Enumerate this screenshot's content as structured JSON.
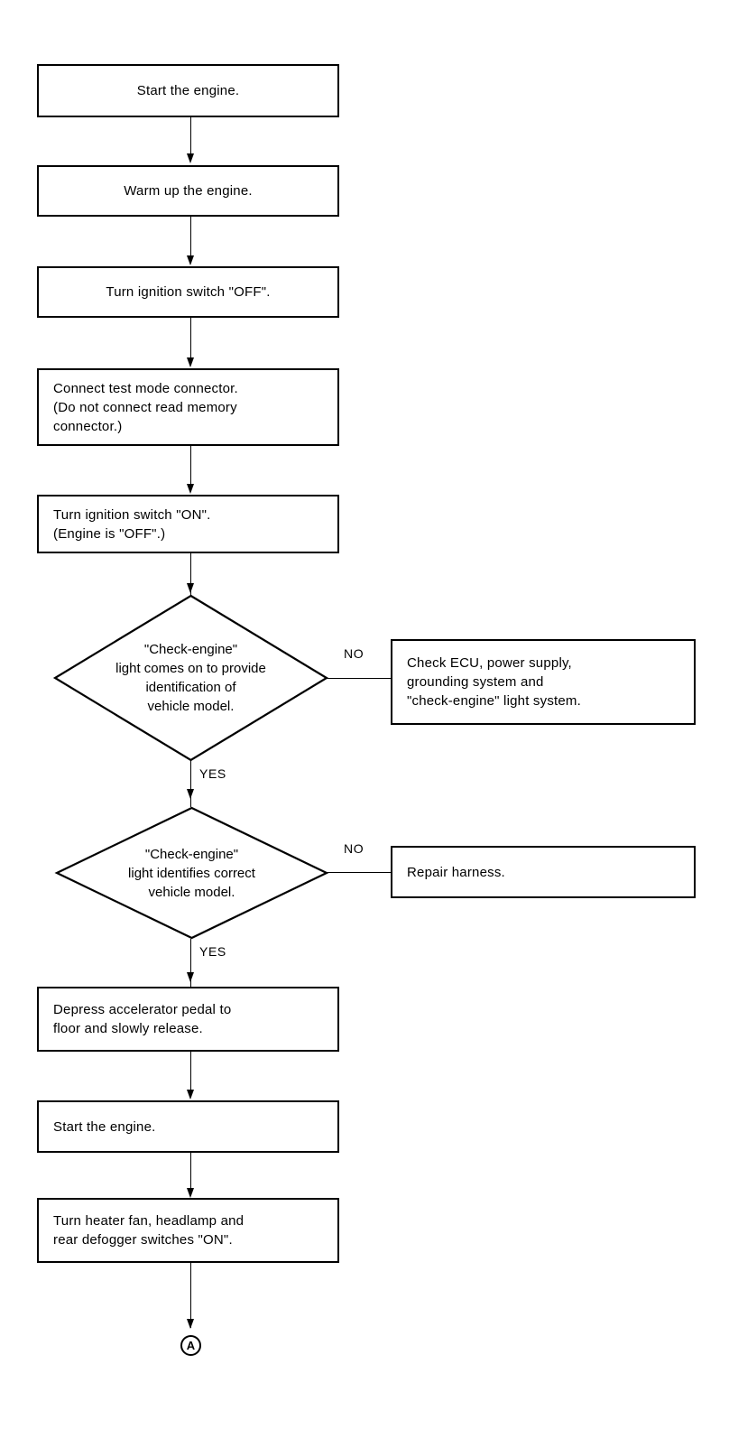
{
  "diagram": {
    "title": "Engine diagnostic test mode flowchart",
    "line_color": "#000000",
    "background_color": "#ffffff",
    "nodes": [
      {
        "id": "n1",
        "type": "process",
        "text": "Start the engine.",
        "align": "center"
      },
      {
        "id": "n2",
        "type": "process",
        "text": "Warm up the engine.",
        "align": "center"
      },
      {
        "id": "n3",
        "type": "process",
        "text": "Turn ignition switch \"OFF\".",
        "align": "center"
      },
      {
        "id": "n4",
        "type": "process",
        "text": "Connect test mode connector.\n(Do not connect read memory\nconnector.)",
        "align": "left"
      },
      {
        "id": "n5",
        "type": "process",
        "text": "Turn ignition switch \"ON\".\n(Engine is \"OFF\".)",
        "align": "left"
      },
      {
        "id": "d1",
        "type": "decision",
        "text": "\"Check-engine\"\nlight comes on to provide\nidentification of\nvehicle model."
      },
      {
        "id": "b1",
        "type": "process",
        "text": "Check ECU, power supply,\ngrounding system and\n\"check-engine\" light system.",
        "align": "left"
      },
      {
        "id": "d2",
        "type": "decision",
        "text": "\"Check-engine\"\nlight identifies  correct\nvehicle model."
      },
      {
        "id": "b2",
        "type": "process",
        "text": "Repair harness.",
        "align": "left"
      },
      {
        "id": "n6",
        "type": "process",
        "text": "Depress accelerator pedal to\nfloor and slowly release.",
        "align": "left"
      },
      {
        "id": "n7",
        "type": "process",
        "text": "Start the engine.",
        "align": "left"
      },
      {
        "id": "n8",
        "type": "process",
        "text": "Turn heater fan, headlamp and\nrear defogger switches \"ON\".",
        "align": "left"
      },
      {
        "id": "a1",
        "type": "connector",
        "text": "A"
      }
    ],
    "branch_labels": {
      "d1_no": "NO",
      "d1_yes": "YES",
      "d2_no": "NO",
      "d2_yes": "YES"
    }
  }
}
